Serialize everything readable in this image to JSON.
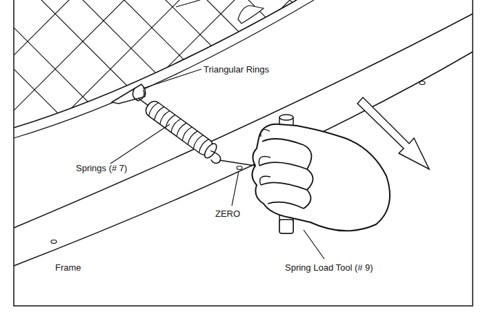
{
  "diagram": {
    "labels": [
      "Triangular Rings",
      "Springs (# 7)",
      "ZERO",
      "Frame",
      "Spring Load Tool (# 9)"
    ]
  }
}
